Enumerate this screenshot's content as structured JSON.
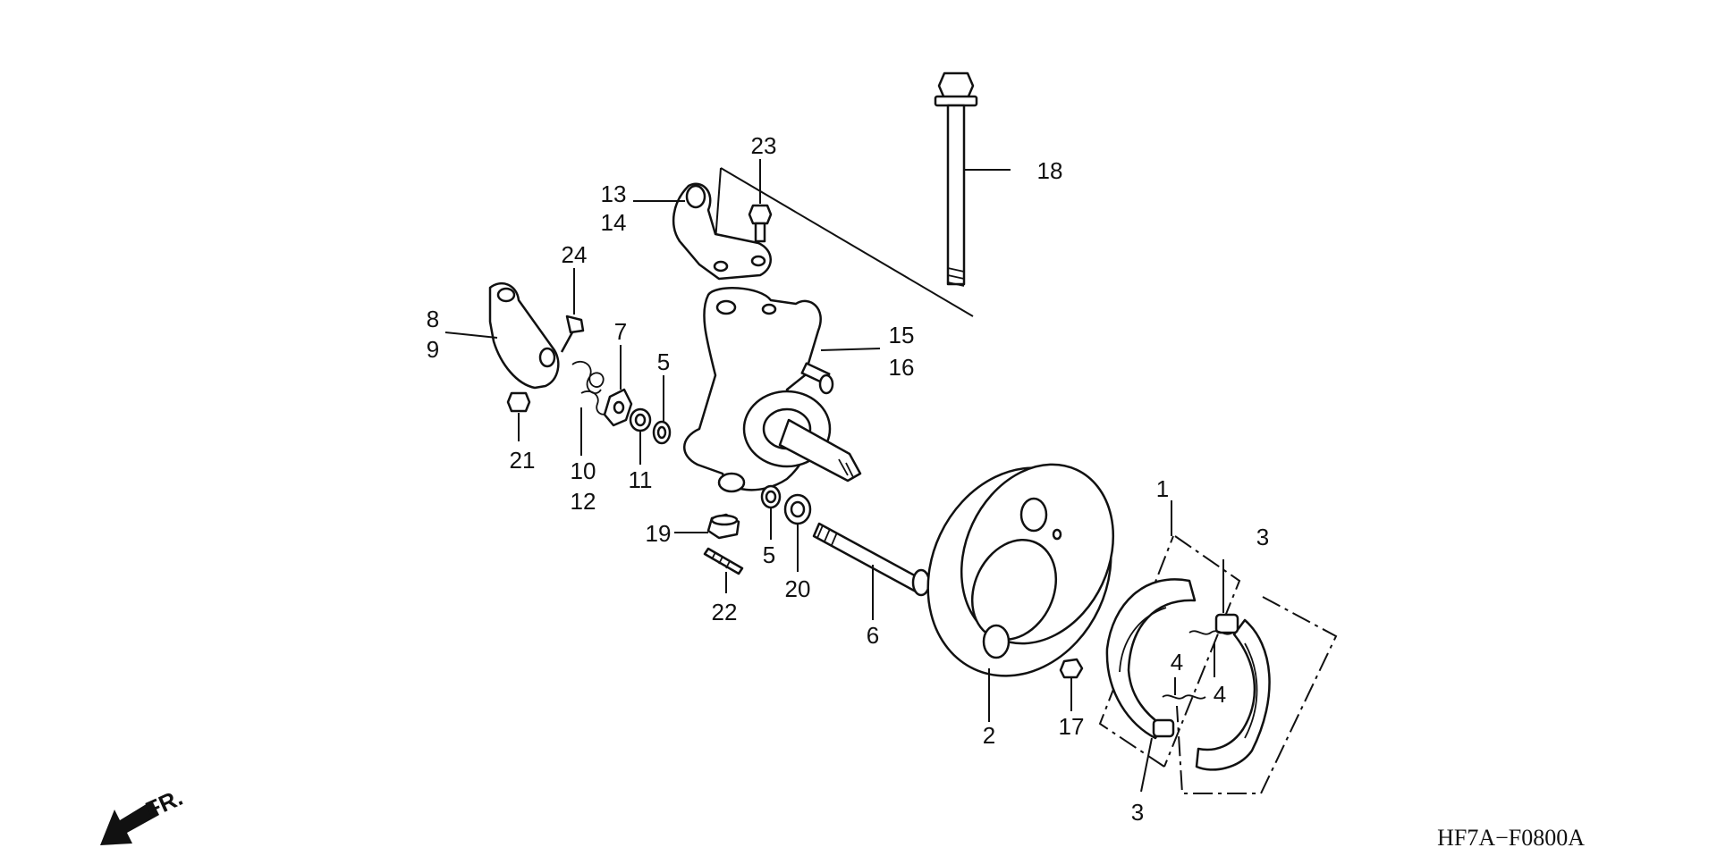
{
  "diagram": {
    "drawing_code": "HF7A−F0800A",
    "direction_label": "FR.",
    "callouts": {
      "p1": "1",
      "p2": "2",
      "p3a": "3",
      "p3b": "3",
      "p4a": "4",
      "p4b": "4",
      "p5a": "5",
      "p5b": "5",
      "p6": "6",
      "p7": "7",
      "p8": "8",
      "p9": "9",
      "p10": "10",
      "p11": "11",
      "p12": "12",
      "p13": "13",
      "p14": "14",
      "p15": "15",
      "p16": "16",
      "p17": "17",
      "p18": "18",
      "p19": "19",
      "p20": "20",
      "p21": "21",
      "p22": "22",
      "p23": "23",
      "p24": "24"
    },
    "icons": {
      "direction_arrow": "front-direction-arrow-icon"
    }
  }
}
